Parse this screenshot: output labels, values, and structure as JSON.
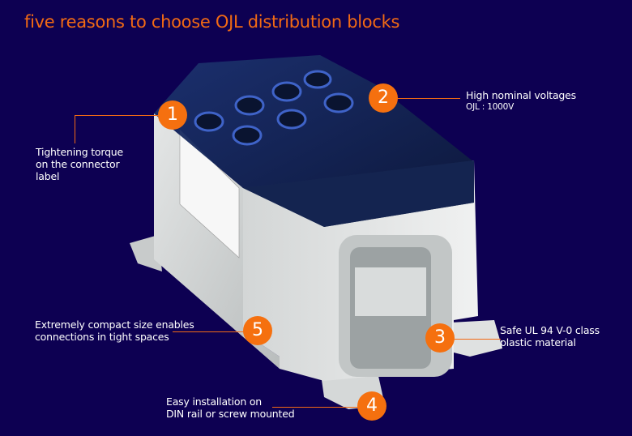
{
  "title": "five reasons to choose OJL distribution blocks",
  "colors": {
    "background": "#0d0052",
    "accent": "#f5700f"
  },
  "reasons": [
    {
      "number": "1",
      "lines": [
        "Tightening torque",
        "on the connector",
        "label"
      ]
    },
    {
      "number": "2",
      "lines": [
        "High nominal voltages"
      ],
      "sub": "OJL : 1000V"
    },
    {
      "number": "3",
      "lines": [
        "Safe UL 94 V-0 class",
        "plastic material"
      ]
    },
    {
      "number": "4",
      "lines": [
        "Easy installation on",
        "DIN rail or screw mounted"
      ]
    },
    {
      "number": "5",
      "lines": [
        "Extremely compact size enables",
        "connections in tight spaces"
      ]
    }
  ]
}
